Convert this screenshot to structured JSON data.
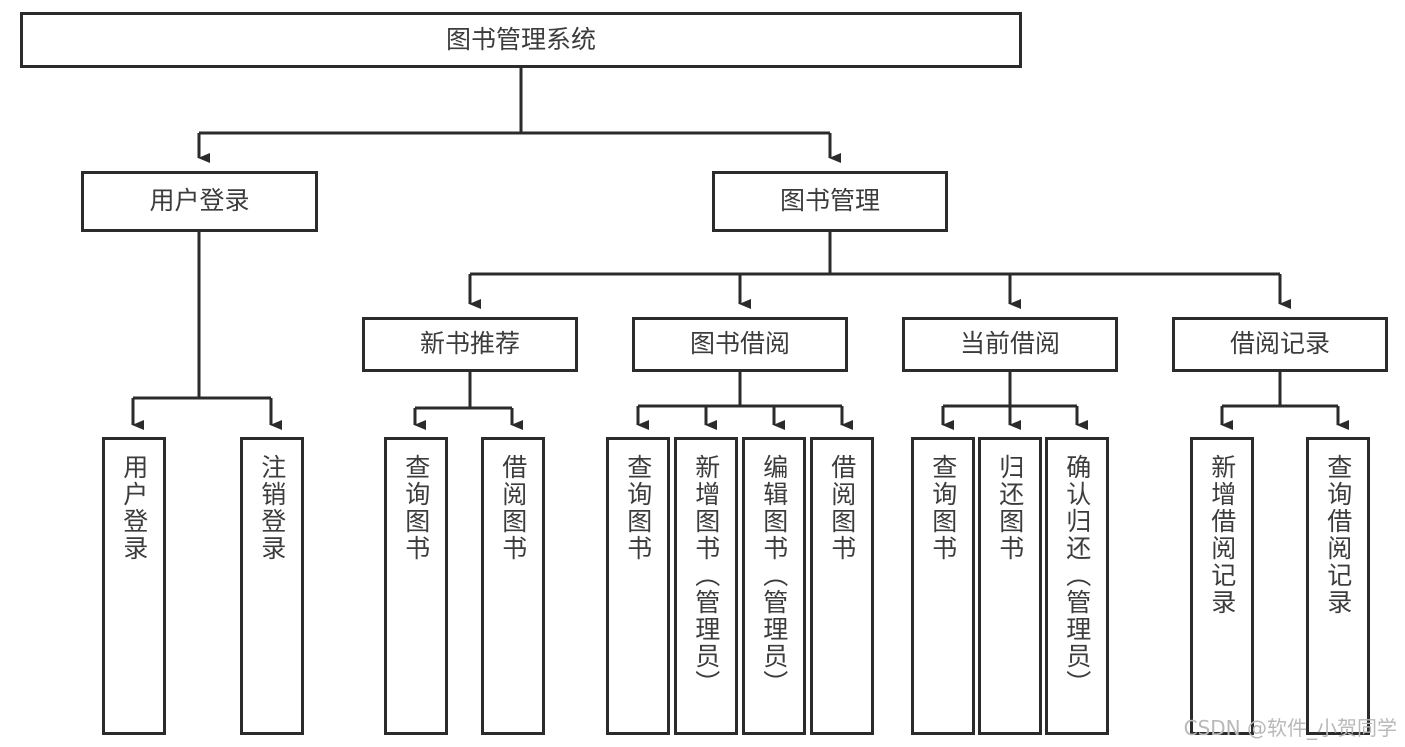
{
  "diagram": {
    "type": "tree",
    "title": "图书管理系统",
    "orientation": "top-down",
    "colors": {
      "box_border": "#2b2b2b",
      "box_fill": "#ffffff",
      "line": "#2b2b2b",
      "text": "#3c3c3c",
      "background": "#ffffff",
      "watermark": "#b9b9b9"
    },
    "root": {
      "label": "图书管理系统"
    },
    "level2": [
      {
        "label": "用户登录"
      },
      {
        "label": "图书管理"
      }
    ],
    "level3": [
      {
        "label": "新书推荐"
      },
      {
        "label": "图书借阅"
      },
      {
        "label": "当前借阅"
      },
      {
        "label": "借阅记录"
      }
    ],
    "leaves": {
      "user_login": [
        {
          "label": "用户登录"
        },
        {
          "label": "注销登录"
        }
      ],
      "new_book_recommend": [
        {
          "label": "查询图书"
        },
        {
          "label": "借阅图书"
        }
      ],
      "book_borrow": [
        {
          "label": "查询图书"
        },
        {
          "label": "新增图书（管理员）"
        },
        {
          "label": "编辑图书（管理员）"
        },
        {
          "label": "借阅图书"
        }
      ],
      "current_borrow": [
        {
          "label": "查询图书"
        },
        {
          "label": "归还图书"
        },
        {
          "label": "确认归还（管理员）"
        }
      ],
      "borrow_record": [
        {
          "label": "新增借阅记录"
        },
        {
          "label": "查询借阅记录"
        }
      ]
    }
  },
  "watermark": {
    "text": "CSDN @软件_小贺同学"
  }
}
